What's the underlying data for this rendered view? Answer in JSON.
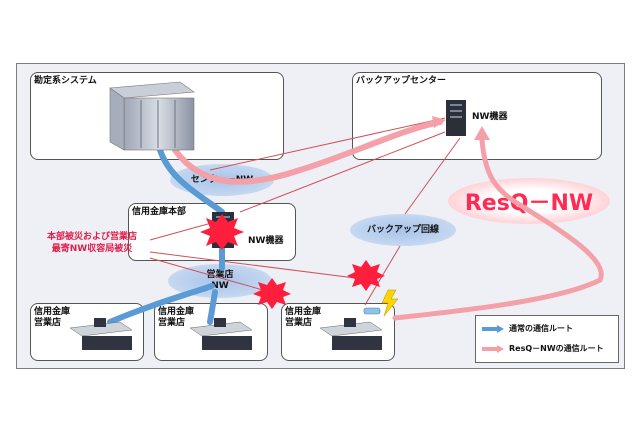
{
  "labels": {
    "core_system": "勘定系システム",
    "backup_center": "バックアップセンター",
    "backup_nw_device": "NW機器",
    "center_nw": "センター－NW",
    "hq_title": "信用金庫本部",
    "hq_nw_device": "NW機器",
    "backup_line": "バックアップ回線",
    "branch_nw_line1": "営業店",
    "branch_nw_line2": "NW",
    "branch1_line1": "信用金庫",
    "branch1_line2": "営業店",
    "branch2_line1": "信用金庫",
    "branch2_line2": "営業店",
    "branch3_line1": "信用金庫",
    "branch3_line2": "営業店",
    "callout_line1": "本部被災および営業店",
    "callout_line2": "最寄NW収容局被災",
    "resq_title": "ResQ－NW"
  },
  "legend": {
    "normal_route": "通常の通信ルート",
    "resq_route": "ResQ－NWの通信ルート"
  },
  "colors": {
    "normal_route": "#5b9bd5",
    "resq_route": "#f4a0a8",
    "damage": "#ff1e3c",
    "resq_text": "#ff2b55",
    "callout_text": "#e01e4b"
  }
}
